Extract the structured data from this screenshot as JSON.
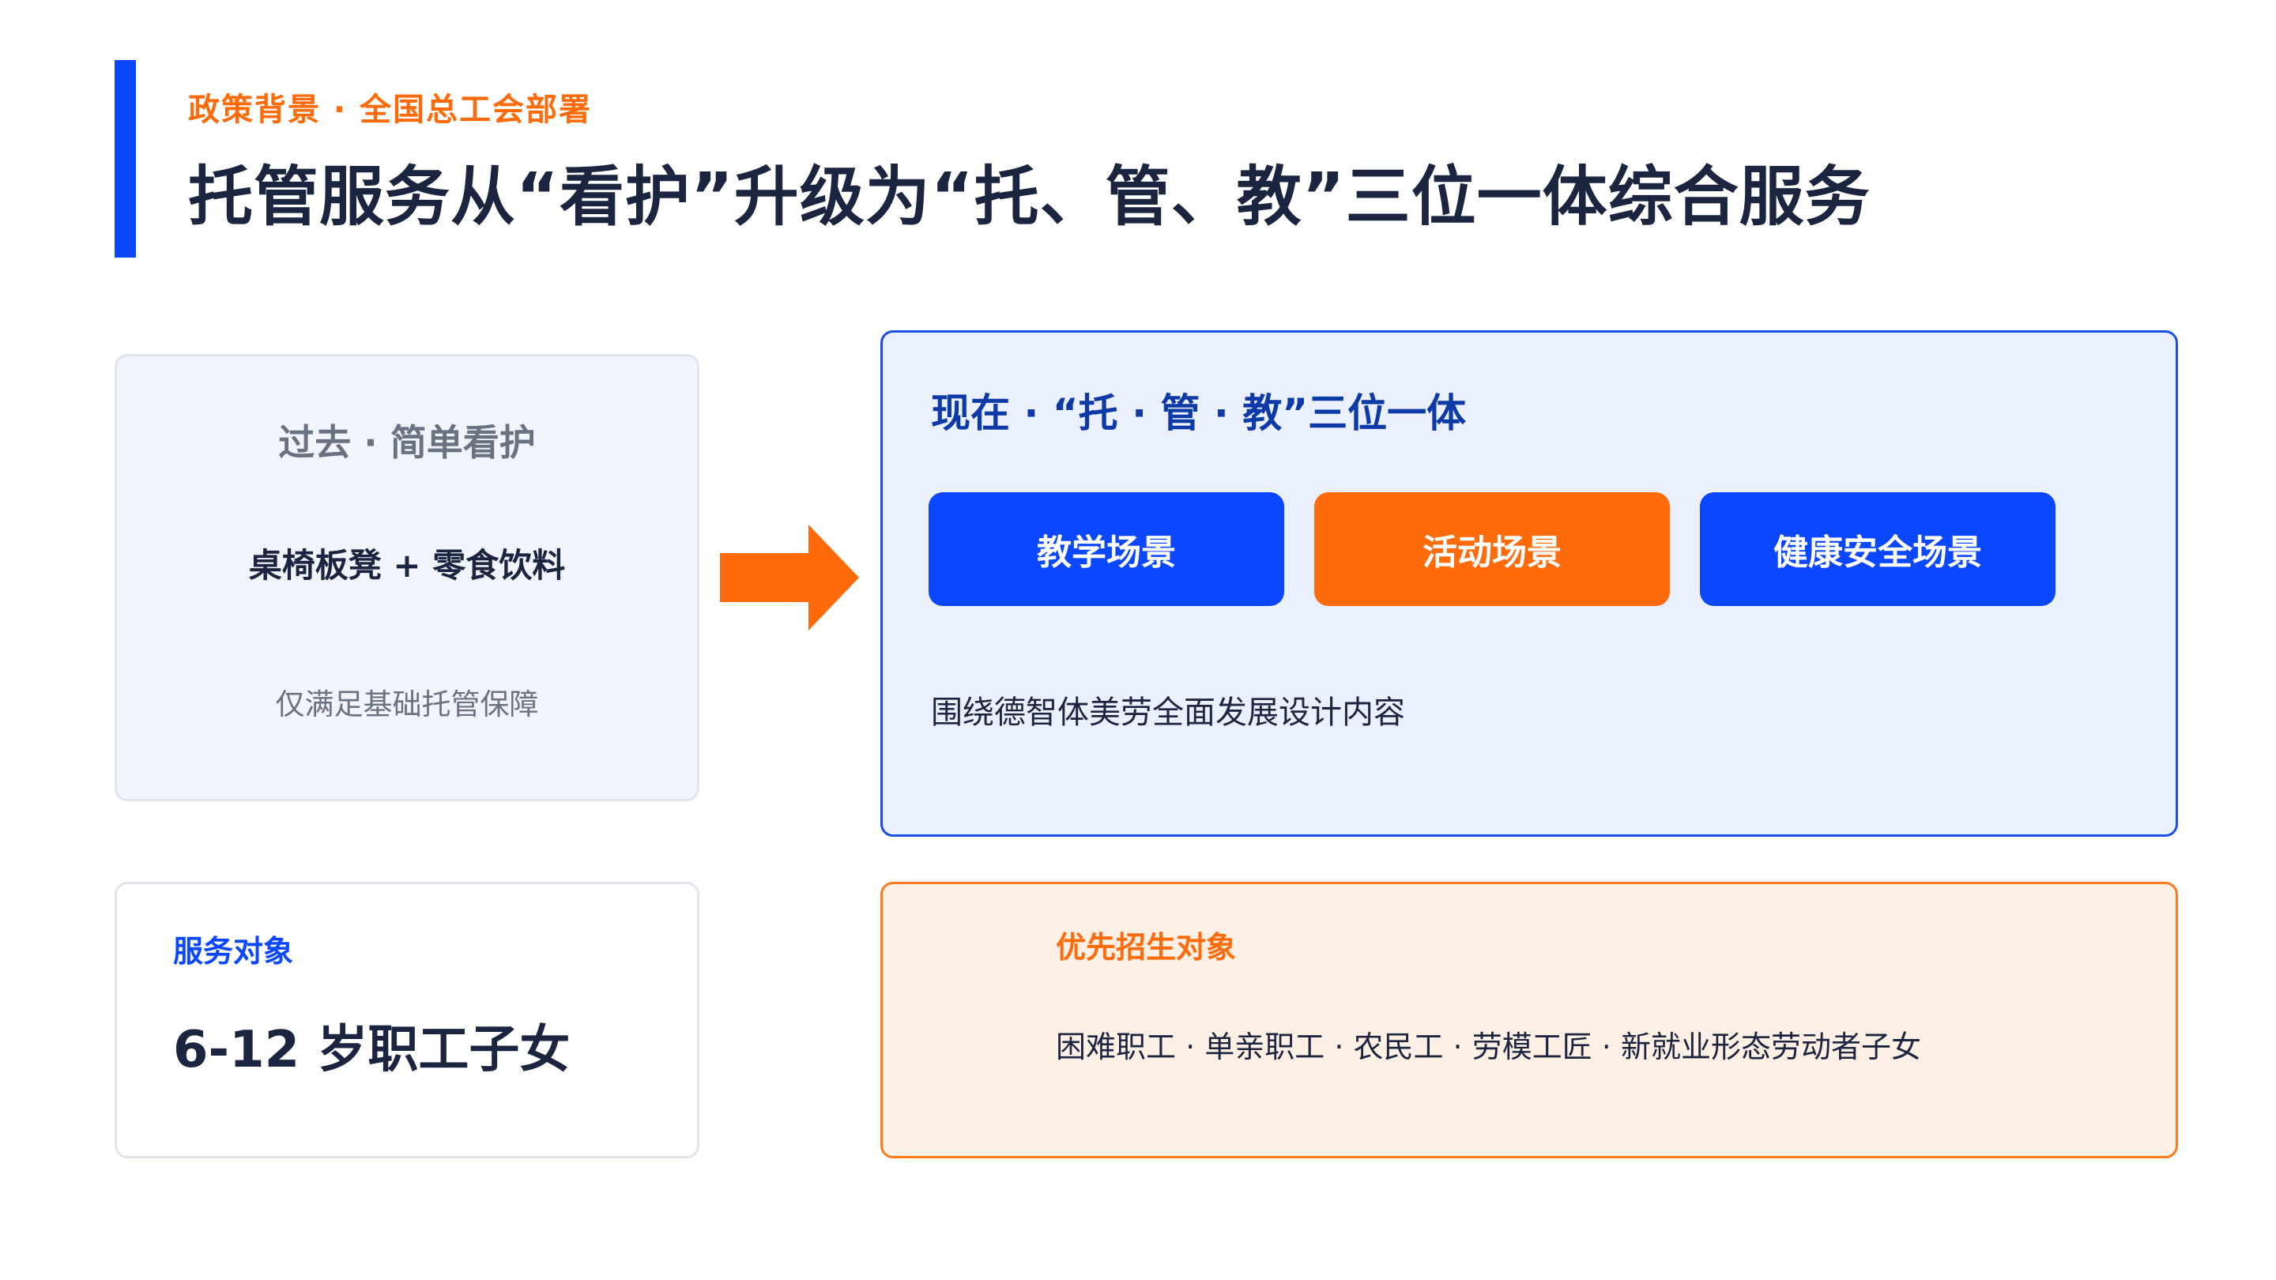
{
  "header": {
    "kicker": "政策背景 · 全国总工会部署",
    "title": "托管服务从“看护”升级为“托、管、教”三位一体综合服务"
  },
  "past": {
    "title": "过去 · 简单看护",
    "items": "桌椅板凳 + 零食饮料",
    "note": "仅满足基础托管保障"
  },
  "now": {
    "title": "现在 · “托 · 管 · 教”三位一体",
    "scenes": [
      {
        "label": "教学场景"
      },
      {
        "label": "活动场景"
      },
      {
        "label": "健康安全场景"
      }
    ],
    "description": "围绕德智体美劳全面发展设计内容"
  },
  "target": {
    "label": "服务对象",
    "value": "6-12 岁职工子女"
  },
  "priority": {
    "label": "优先招生对象",
    "list": "困难职工 · 单亲职工 · 农民工 · 劳模工匠 · 新就业形态劳动者子女"
  },
  "colors": {
    "brand_blue": "#0a47ff",
    "accent_orange": "#ff6a0a",
    "heading_navy": "#0d3aa6",
    "text_dark": "#1c2540",
    "text_muted": "#6a7282"
  },
  "icons": {
    "transition_arrow": "arrow-right-icon"
  }
}
